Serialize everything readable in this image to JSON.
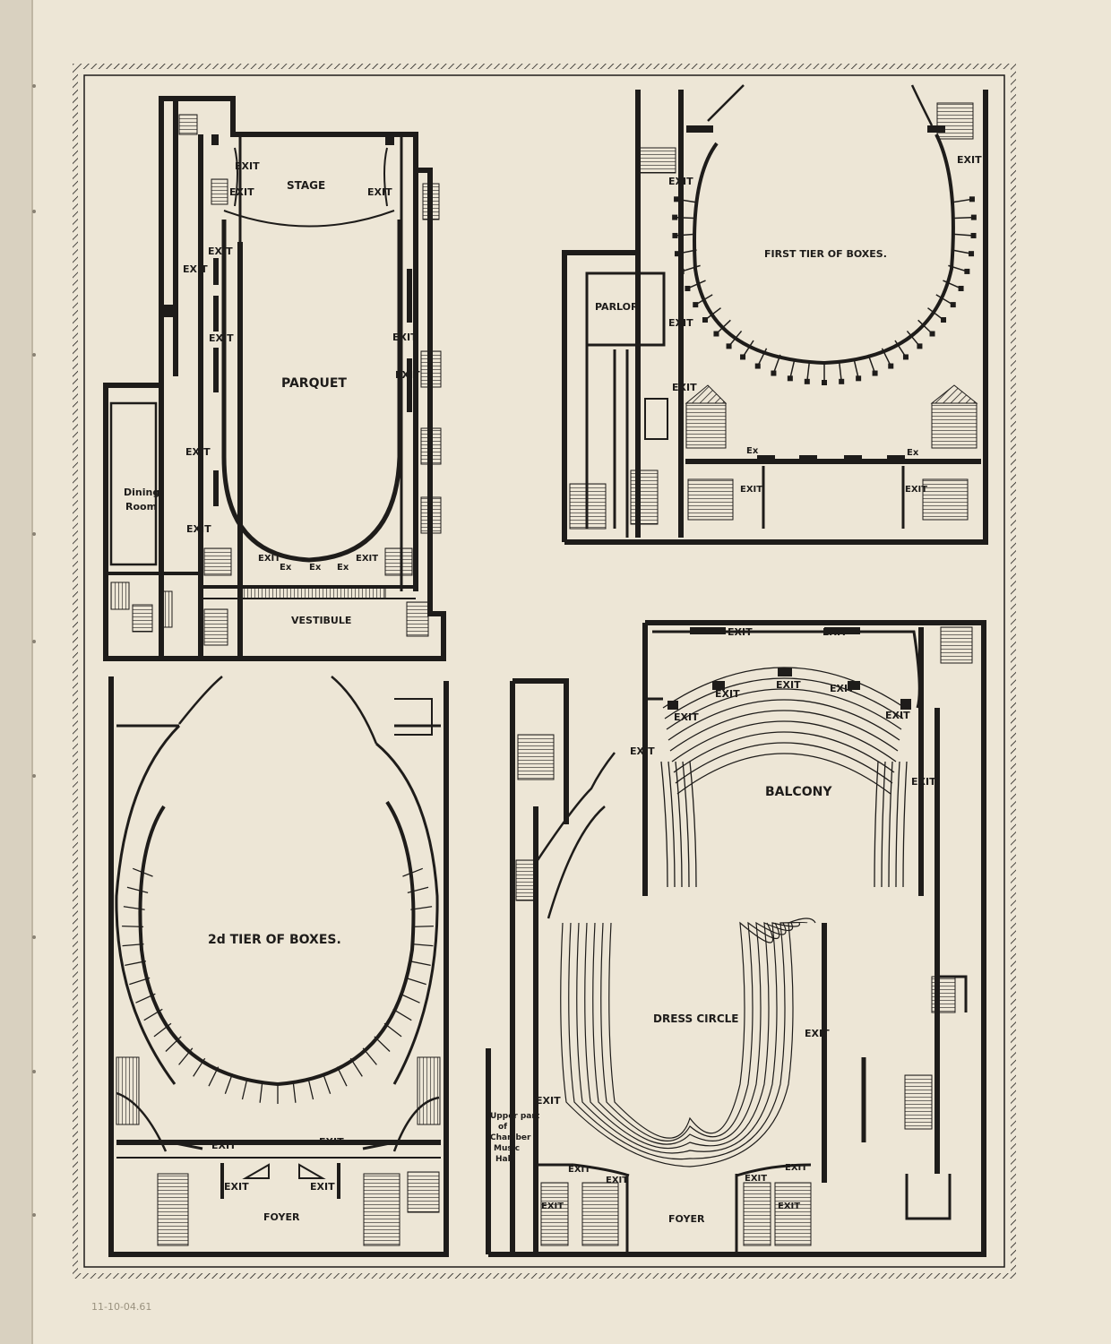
{
  "margin_note": "11-10-04.61",
  "plans": {
    "parquet": {
      "exit_label": "EXIT",
      "ex_label": "Ex",
      "stage": "STAGE",
      "parquet": "PARQUET",
      "dining_1": "Dining",
      "dining_2": "Room",
      "vestibule": "VESTIBULE"
    },
    "first_tier": {
      "title": "FIRST TIER OF BOXES.",
      "parlor": "PARLOR",
      "exit_label": "EXIT",
      "ex_label": "Ex"
    },
    "second_tier": {
      "title": "2d TIER OF BOXES.",
      "exit_label": "EXIT",
      "foyer": "FOYER"
    },
    "balcony": {
      "balcony": "BALCONY",
      "dress_circle": "DRESS CIRCLE",
      "exit_label": "EXIT",
      "foyer": "FOYER",
      "chamber_1": "Upper part",
      "chamber_2": "of",
      "chamber_3": "Chamber",
      "chamber_4": "Music",
      "chamber_5": "Hall"
    }
  },
  "colors": {
    "ink": "#1e1c1a",
    "paper": "#ede6d6"
  }
}
